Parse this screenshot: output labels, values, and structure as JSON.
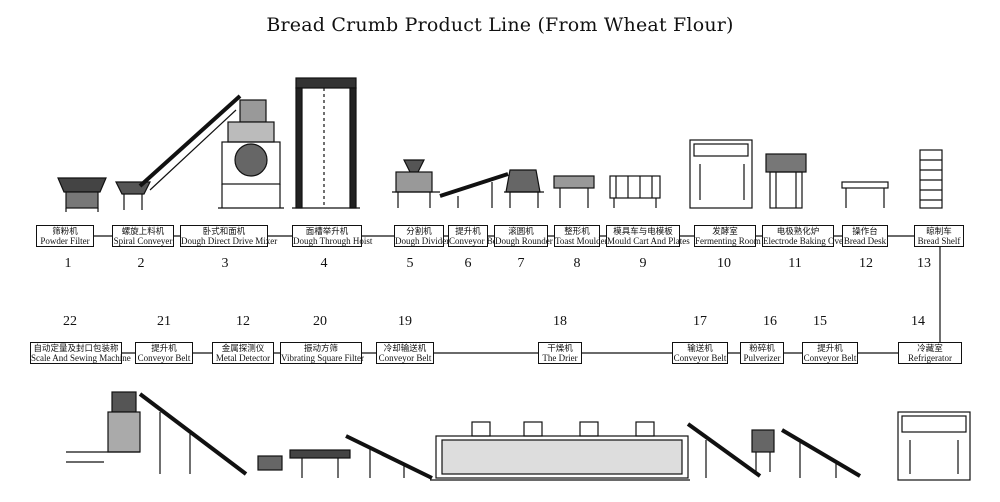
{
  "title": "Bread Crumb Product Line (From Wheat Flour)",
  "row1": [
    {
      "num": "1",
      "cn": "筛粉机",
      "en": "Powder Filter"
    },
    {
      "num": "2",
      "cn": "螺旋上料机",
      "en": "Spiral Conveyer"
    },
    {
      "num": "3",
      "cn": "卧式和面机",
      "en": "Dough Direct Drive Mixer"
    },
    {
      "num": "4",
      "cn": "面槽举升机",
      "en": "Dough Through Hoist"
    },
    {
      "num": "5",
      "cn": "分割机",
      "en": "Dough Divider"
    },
    {
      "num": "6",
      "cn": "提升机",
      "en": "Conveyor Belt"
    },
    {
      "num": "7",
      "cn": "滚圆机",
      "en": "Dough Rounder"
    },
    {
      "num": "8",
      "cn": "整形机",
      "en": "Toast Moulder"
    },
    {
      "num": "9",
      "cn": "模具车与电模板",
      "en": "Mould Cart And Plates"
    },
    {
      "num": "10",
      "cn": "发酵室",
      "en": "Fermenting Room"
    },
    {
      "num": "11",
      "cn": "电极熟化炉",
      "en": "Electrode Baking Oven"
    },
    {
      "num": "12",
      "cn": "操作台",
      "en": "Bread Desk"
    },
    {
      "num": "13",
      "cn": "晾制车",
      "en": "Bread Shelf"
    }
  ],
  "row2": [
    {
      "num": "22",
      "cn": "自动定量及封口包装称",
      "en": "Scale And Sewing Machine"
    },
    {
      "num": "21",
      "cn": "提升机",
      "en": "Conveyor Belt"
    },
    {
      "num": "12",
      "cn": "金属探测仪",
      "en": "Metal Detector"
    },
    {
      "num": "20",
      "cn": "振动方筛",
      "en": "Vibrating Square Filter"
    },
    {
      "num": "19",
      "cn": "冷却输送机",
      "en": "Conveyor Belt"
    },
    {
      "num": "18",
      "cn": "干燥机",
      "en": "The Drier"
    },
    {
      "num": "17",
      "cn": "输送机",
      "en": "Conveyor Belt"
    },
    {
      "num": "16",
      "cn": "粉碎机",
      "en": "Pulverizer"
    },
    {
      "num": "15",
      "cn": "提升机",
      "en": "Conveyor Belt"
    },
    {
      "num": "14",
      "cn": "冷藏室",
      "en": "Refrigerator"
    }
  ]
}
